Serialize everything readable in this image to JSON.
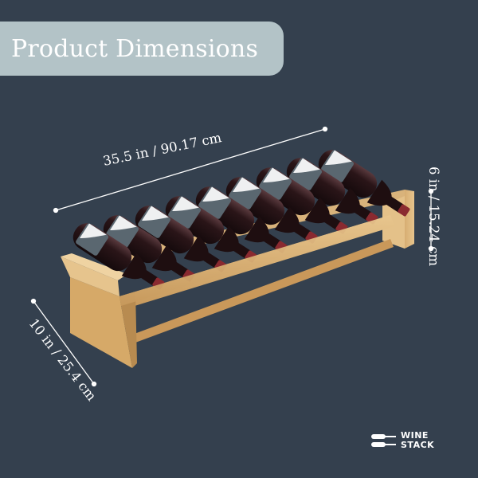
{
  "banner": {
    "title": "Product Dimensions"
  },
  "dimensions": {
    "width": "35.5 in / 90.17 cm",
    "depth": "10 in / 25.4 cm",
    "height": "6 in / 15.24 cm"
  },
  "product": {
    "bottle_count": 9
  },
  "logo": {
    "line1": "WINE",
    "line2": "STACK"
  },
  "colors": {
    "background": "#34404e",
    "banner": "#b3c3c7",
    "wood_light": "#e2bd83",
    "wood_dark": "#b88b50",
    "bottle": "#2a1518",
    "cork": "#8a2a30",
    "label": "#5a6770"
  }
}
